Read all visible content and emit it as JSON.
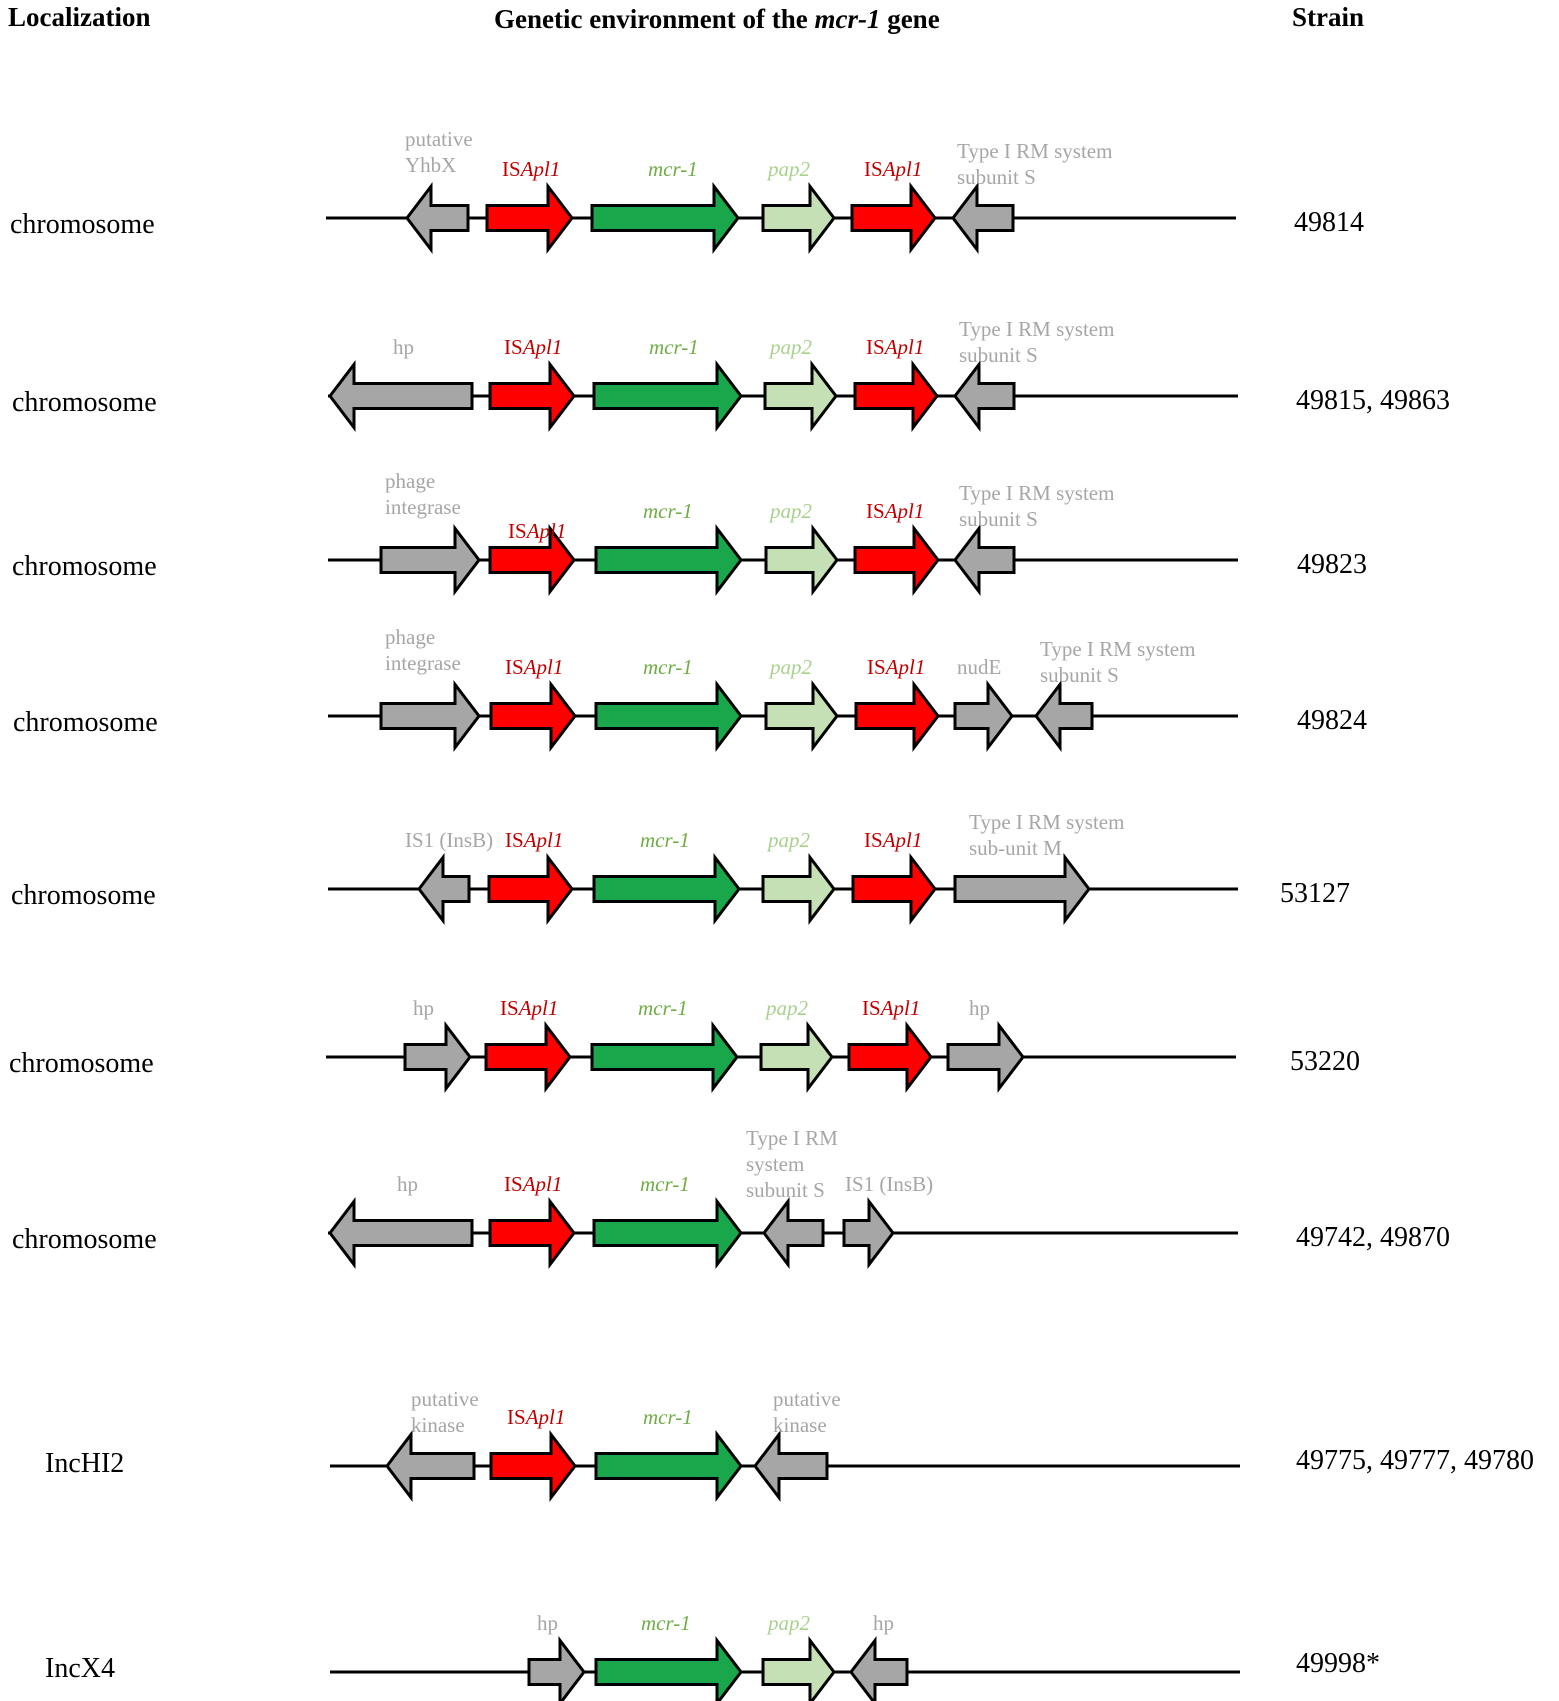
{
  "headers": {
    "localization": "Localization",
    "env_prefix": "Genetic environment of the ",
    "env_gene": "mcr-1",
    "env_suffix": " gene",
    "strain": "Strain"
  },
  "colors": {
    "grey": "#a6a6a6",
    "red": "#ff0000",
    "green": "#1aa64b",
    "light_green": "#c5e0b4",
    "grey_text": "#a6a6a6",
    "red_text": "#c00000",
    "green_text": "#70ad47",
    "light_green_text": "#a9d18e"
  },
  "rows": [
    {
      "localization": "chromosome",
      "strain": "49814",
      "genes": [
        {
          "name": "putative YhbX",
          "color": "grey",
          "dir": "left",
          "label": [
            "putative",
            "YhbX"
          ]
        },
        {
          "name": "ISApl1",
          "color": "red",
          "dir": "right",
          "label": [
            "ISApl1"
          ]
        },
        {
          "name": "mcr-1",
          "color": "green",
          "dir": "right",
          "label": [
            "mcr-1"
          ]
        },
        {
          "name": "pap2",
          "color": "light_green",
          "dir": "right",
          "label": [
            "pap2"
          ]
        },
        {
          "name": "ISApl1",
          "color": "red",
          "dir": "right",
          "label": [
            "ISApl1"
          ]
        },
        {
          "name": "Type I RM system subunit S",
          "color": "grey",
          "dir": "left",
          "label": [
            "Type I RM system",
            "subunit S"
          ]
        }
      ]
    },
    {
      "localization": "chromosome",
      "strain": "49815, 49863",
      "genes": [
        {
          "name": "hp",
          "color": "grey",
          "dir": "left",
          "label": [
            "hp"
          ]
        },
        {
          "name": "ISApl1",
          "color": "red",
          "dir": "right",
          "label": [
            "ISApl1"
          ]
        },
        {
          "name": "mcr-1",
          "color": "green",
          "dir": "right",
          "label": [
            "mcr-1"
          ]
        },
        {
          "name": "pap2",
          "color": "light_green",
          "dir": "right",
          "label": [
            "pap2"
          ]
        },
        {
          "name": "ISApl1",
          "color": "red",
          "dir": "right",
          "label": [
            "ISApl1"
          ]
        },
        {
          "name": "Type I RM system subunit S",
          "color": "grey",
          "dir": "left",
          "label": [
            "Type I RM system",
            "subunit S"
          ]
        }
      ]
    },
    {
      "localization": "chromosome",
      "strain": "49823",
      "genes": [
        {
          "name": "phage integrase",
          "color": "grey",
          "dir": "right",
          "label": [
            "phage",
            "integrase"
          ]
        },
        {
          "name": "ISApl1",
          "color": "red",
          "dir": "right",
          "label": [
            "ISApl1"
          ]
        },
        {
          "name": "mcr-1",
          "color": "green",
          "dir": "right",
          "label": [
            "mcr-1"
          ]
        },
        {
          "name": "pap2",
          "color": "light_green",
          "dir": "right",
          "label": [
            "pap2"
          ]
        },
        {
          "name": "ISApl1",
          "color": "red",
          "dir": "right",
          "label": [
            "ISApl1"
          ]
        },
        {
          "name": "Type I RM system subunit S",
          "color": "grey",
          "dir": "left",
          "label": [
            "Type I RM system",
            "subunit S"
          ]
        }
      ]
    },
    {
      "localization": "chromosome",
      "strain": "49824",
      "genes": [
        {
          "name": "phage integrase",
          "color": "grey",
          "dir": "right",
          "label": [
            "phage",
            "integrase"
          ]
        },
        {
          "name": "ISApl1",
          "color": "red",
          "dir": "right",
          "label": [
            "ISApl1"
          ]
        },
        {
          "name": "mcr-1",
          "color": "green",
          "dir": "right",
          "label": [
            "mcr-1"
          ]
        },
        {
          "name": "pap2",
          "color": "light_green",
          "dir": "right",
          "label": [
            "pap2"
          ]
        },
        {
          "name": "ISApl1",
          "color": "red",
          "dir": "right",
          "label": [
            "ISApl1"
          ]
        },
        {
          "name": "nudE",
          "color": "grey",
          "dir": "right",
          "label": [
            "nudE"
          ]
        },
        {
          "name": "Type I RM system subunit S",
          "color": "grey",
          "dir": "left",
          "label": [
            "Type I RM system",
            "subunit S"
          ]
        }
      ]
    },
    {
      "localization": "chromosome",
      "strain": "53127",
      "genes": [
        {
          "name": "IS1 (InsB)",
          "color": "grey",
          "dir": "left",
          "label": [
            "IS1 (InsB)"
          ]
        },
        {
          "name": "ISApl1",
          "color": "red",
          "dir": "right",
          "label": [
            "ISApl1"
          ]
        },
        {
          "name": "mcr-1",
          "color": "green",
          "dir": "right",
          "label": [
            "mcr-1"
          ]
        },
        {
          "name": "pap2",
          "color": "light_green",
          "dir": "right",
          "label": [
            "pap2"
          ]
        },
        {
          "name": "ISApl1",
          "color": "red",
          "dir": "right",
          "label": [
            "ISApl1"
          ]
        },
        {
          "name": "Type I RM system sub-unit M",
          "color": "grey",
          "dir": "right",
          "label": [
            "Type I RM system",
            "sub-unit M"
          ]
        }
      ]
    },
    {
      "localization": "chromosome",
      "strain": "53220",
      "genes": [
        {
          "name": "hp",
          "color": "grey",
          "dir": "right",
          "label": [
            "hp"
          ]
        },
        {
          "name": "ISApl1",
          "color": "red",
          "dir": "right",
          "label": [
            "ISApl1"
          ]
        },
        {
          "name": "mcr-1",
          "color": "green",
          "dir": "right",
          "label": [
            "mcr-1"
          ]
        },
        {
          "name": "pap2",
          "color": "light_green",
          "dir": "right",
          "label": [
            "pap2"
          ]
        },
        {
          "name": "ISApl1",
          "color": "red",
          "dir": "right",
          "label": [
            "ISApl1"
          ]
        },
        {
          "name": "hp",
          "color": "grey",
          "dir": "right",
          "label": [
            "hp"
          ]
        }
      ]
    },
    {
      "localization": "chromosome",
      "strain": "49742, 49870",
      "genes": [
        {
          "name": "hp",
          "color": "grey",
          "dir": "left",
          "label": [
            "hp"
          ]
        },
        {
          "name": "ISApl1",
          "color": "red",
          "dir": "right",
          "label": [
            "ISApl1"
          ]
        },
        {
          "name": "mcr-1",
          "color": "green",
          "dir": "right",
          "label": [
            "mcr-1"
          ]
        },
        {
          "name": "Type I RM system subunit S",
          "color": "grey",
          "dir": "left",
          "label": [
            "Type I RM",
            "system",
            "subunit S"
          ]
        },
        {
          "name": "IS1 (InsB)",
          "color": "grey",
          "dir": "right",
          "label": [
            "IS1 (InsB)"
          ]
        }
      ]
    },
    {
      "localization": "IncHI2",
      "strain": "49775, 49777, 49780",
      "genes": [
        {
          "name": "putative kinase",
          "color": "grey",
          "dir": "left",
          "label": [
            "putative",
            "kinase"
          ]
        },
        {
          "name": "ISApl1",
          "color": "red",
          "dir": "right",
          "label": [
            "ISApl1"
          ]
        },
        {
          "name": "mcr-1",
          "color": "green",
          "dir": "right",
          "label": [
            "mcr-1"
          ]
        },
        {
          "name": "putative kinase",
          "color": "grey",
          "dir": "left",
          "label": [
            "putative",
            "kinase"
          ]
        }
      ]
    },
    {
      "localization": "IncX4",
      "strain": "49998*",
      "genes": [
        {
          "name": "hp",
          "color": "grey",
          "dir": "right",
          "label": [
            "hp"
          ]
        },
        {
          "name": "mcr-1",
          "color": "green",
          "dir": "right",
          "label": [
            "mcr-1"
          ]
        },
        {
          "name": "pap2",
          "color": "light_green",
          "dir": "right",
          "label": [
            "pap2"
          ]
        },
        {
          "name": "hp",
          "color": "grey",
          "dir": "left",
          "label": [
            "hp"
          ]
        }
      ]
    }
  ]
}
